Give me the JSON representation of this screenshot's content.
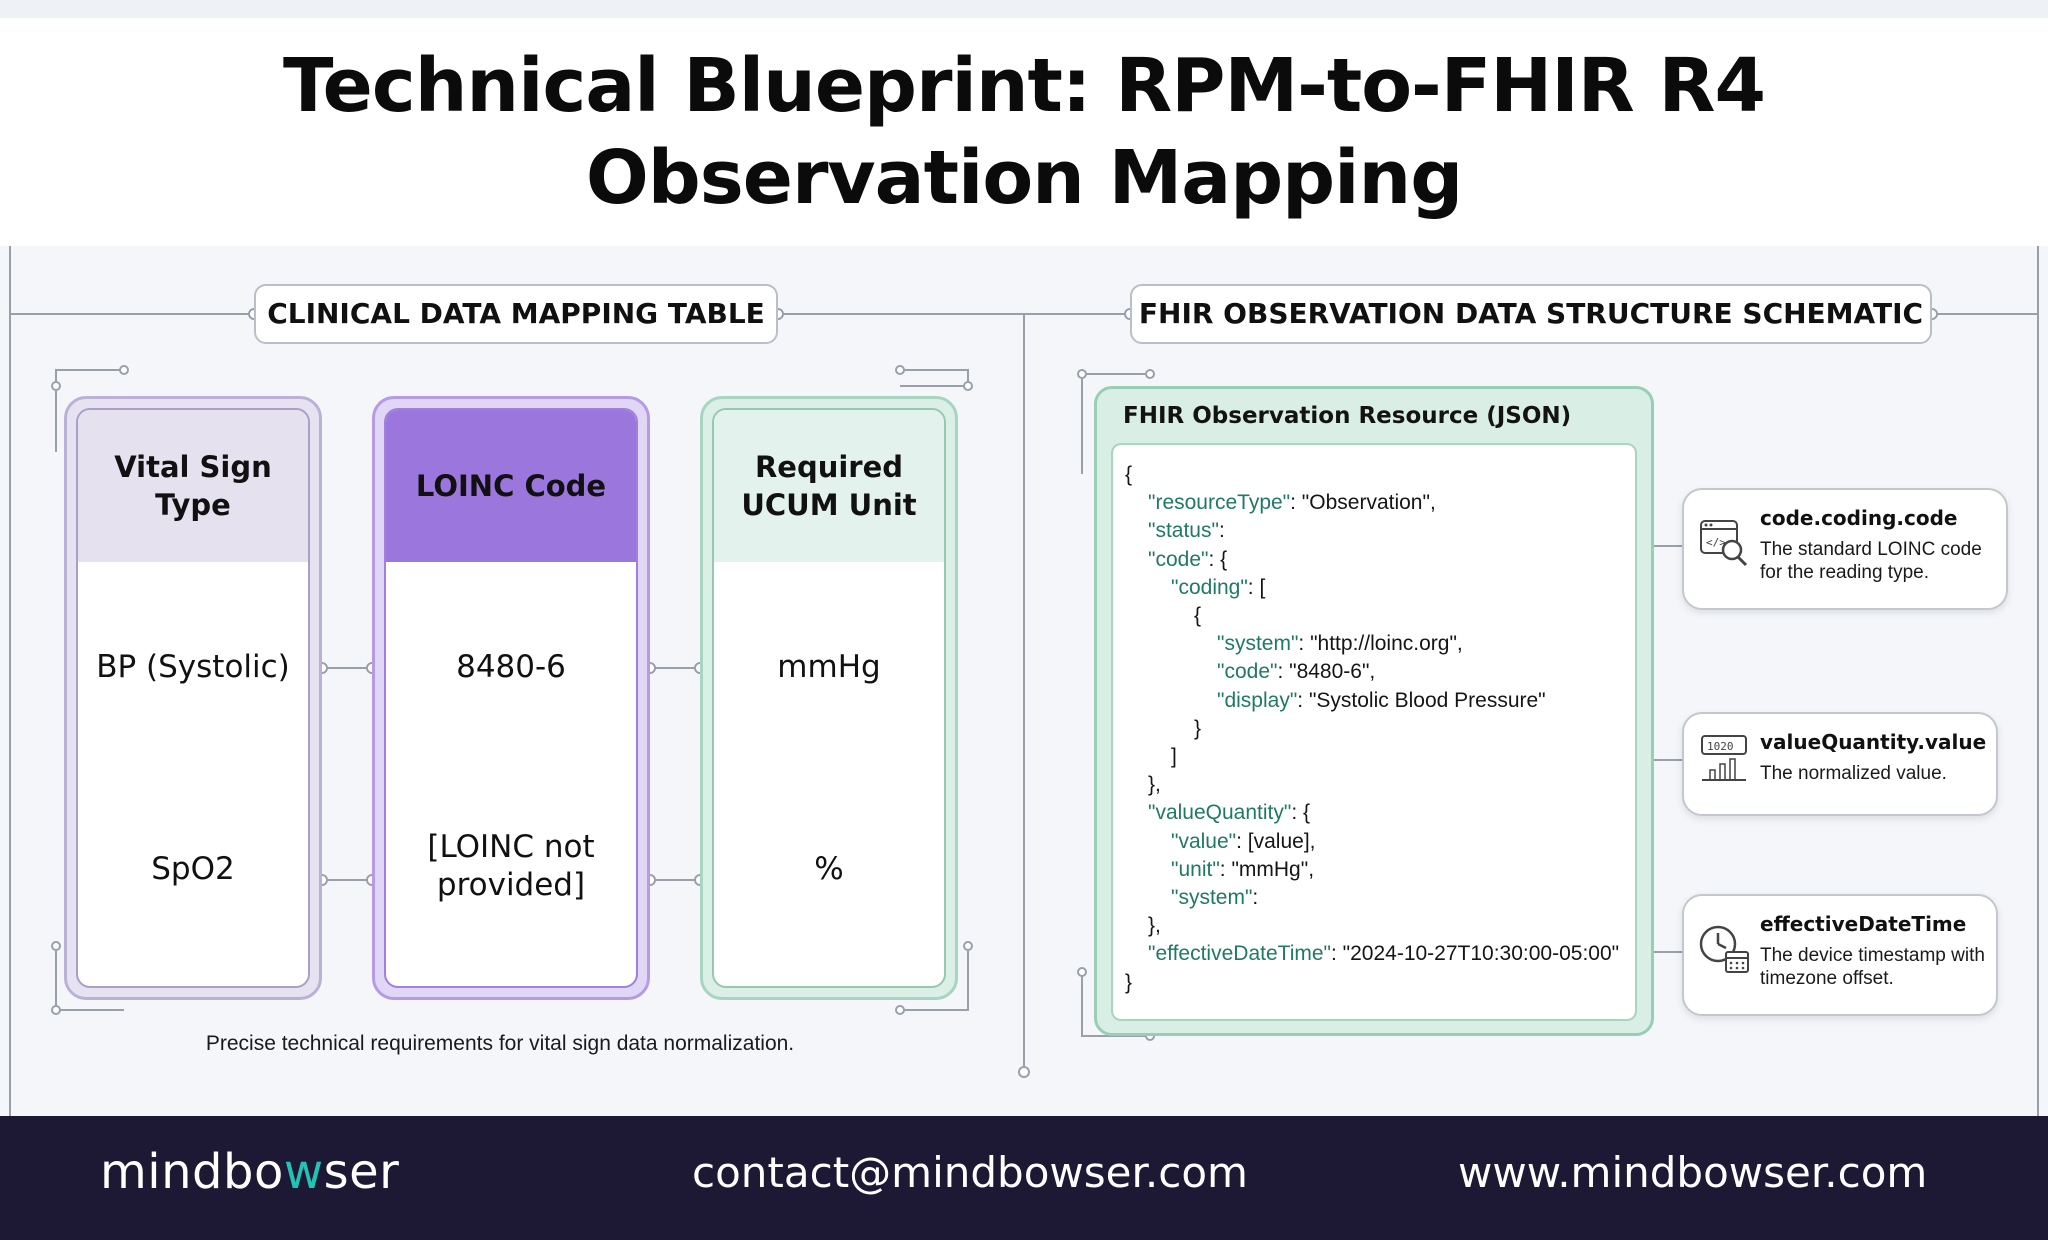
{
  "header": {
    "title_line1": "Technical Blueprint: RPM-to-FHIR R4",
    "title_line2": "Observation Mapping"
  },
  "left_section": {
    "label": "CLINICAL DATA MAPPING TABLE",
    "columns": [
      {
        "header_line1": "Vital Sign",
        "header_line2": "Type",
        "row1": "BP (Systolic)",
        "row2_line1": "SpO2",
        "row2_line2": ""
      },
      {
        "header_line1": "LOINC Code",
        "header_line2": "",
        "row1": "8480-6",
        "row2_line1": "[LOINC not",
        "row2_line2": "provided]"
      },
      {
        "header_line1": "Required",
        "header_line2": "UCUM Unit",
        "row1": "mmHg",
        "row2_line1": "%",
        "row2_line2": ""
      }
    ],
    "caption": "Precise technical requirements for vital sign data normalization."
  },
  "right_section": {
    "label": "FHIR OBSERVATION DATA STRUCTURE SCHEMATIC",
    "json_title": "FHIR Observation Resource (JSON)",
    "json_lines": [
      {
        "indent": 0,
        "key": "",
        "rest": "{"
      },
      {
        "indent": 1,
        "key": "\"resourceType\"",
        "rest": ": \"Observation\","
      },
      {
        "indent": 1,
        "key": "\"status\"",
        "rest": ":"
      },
      {
        "indent": 1,
        "key": "\"code\"",
        "rest": ": {"
      },
      {
        "indent": 2,
        "key": "\"coding\"",
        "rest": ": ["
      },
      {
        "indent": 3,
        "key": "",
        "rest": "{"
      },
      {
        "indent": 4,
        "key": "\"system\"",
        "rest": ": \"http://loinc.org\","
      },
      {
        "indent": 4,
        "key": "\"code\"",
        "rest": ": \"8480-6\","
      },
      {
        "indent": 4,
        "key": "\"display\"",
        "rest": ": \"Systolic Blood Pressure\""
      },
      {
        "indent": 3,
        "key": "",
        "rest": "}"
      },
      {
        "indent": 2,
        "key": "",
        "rest": "]"
      },
      {
        "indent": 1,
        "key": "",
        "rest": "},"
      },
      {
        "indent": 1,
        "key": "\"valueQuantity\"",
        "rest": ": {"
      },
      {
        "indent": 2,
        "key": "\"value\"",
        "rest": ": [value],"
      },
      {
        "indent": 2,
        "key": "\"unit\"",
        "rest": ": \"mmHg\","
      },
      {
        "indent": 2,
        "key": "\"system\"",
        "rest": ":"
      },
      {
        "indent": 1,
        "key": "",
        "rest": "},"
      },
      {
        "indent": 1,
        "key": "\"effectiveDateTime\"",
        "rest": ": \"2024-10-27T10:30:00-05:00\""
      },
      {
        "indent": 0,
        "key": "",
        "rest": "}"
      }
    ],
    "callouts": [
      {
        "icon": "code-magnifier-icon",
        "title": "code.coding.code",
        "desc": "The standard LOINC code for the reading type."
      },
      {
        "icon": "value-chart-icon",
        "title": "valueQuantity.value",
        "desc": "The normalized value."
      },
      {
        "icon": "clock-calendar-icon",
        "title": "effectiveDateTime",
        "desc": "The device timestamp with timezone offset."
      }
    ]
  },
  "footer": {
    "brand_part1": "mindbo",
    "brand_accent": "w",
    "brand_part2": "ser",
    "email": "contact@mindbowser.com",
    "website": "www.mindbowser.com"
  },
  "colors": {
    "vital_column": "#e6e2f0",
    "loinc_column": "#9b76dd",
    "ucum_column": "#dcefe7",
    "json_key": "#1f7a63",
    "footer_bg": "#1d1834",
    "brand_accent": "#22c3b4"
  }
}
